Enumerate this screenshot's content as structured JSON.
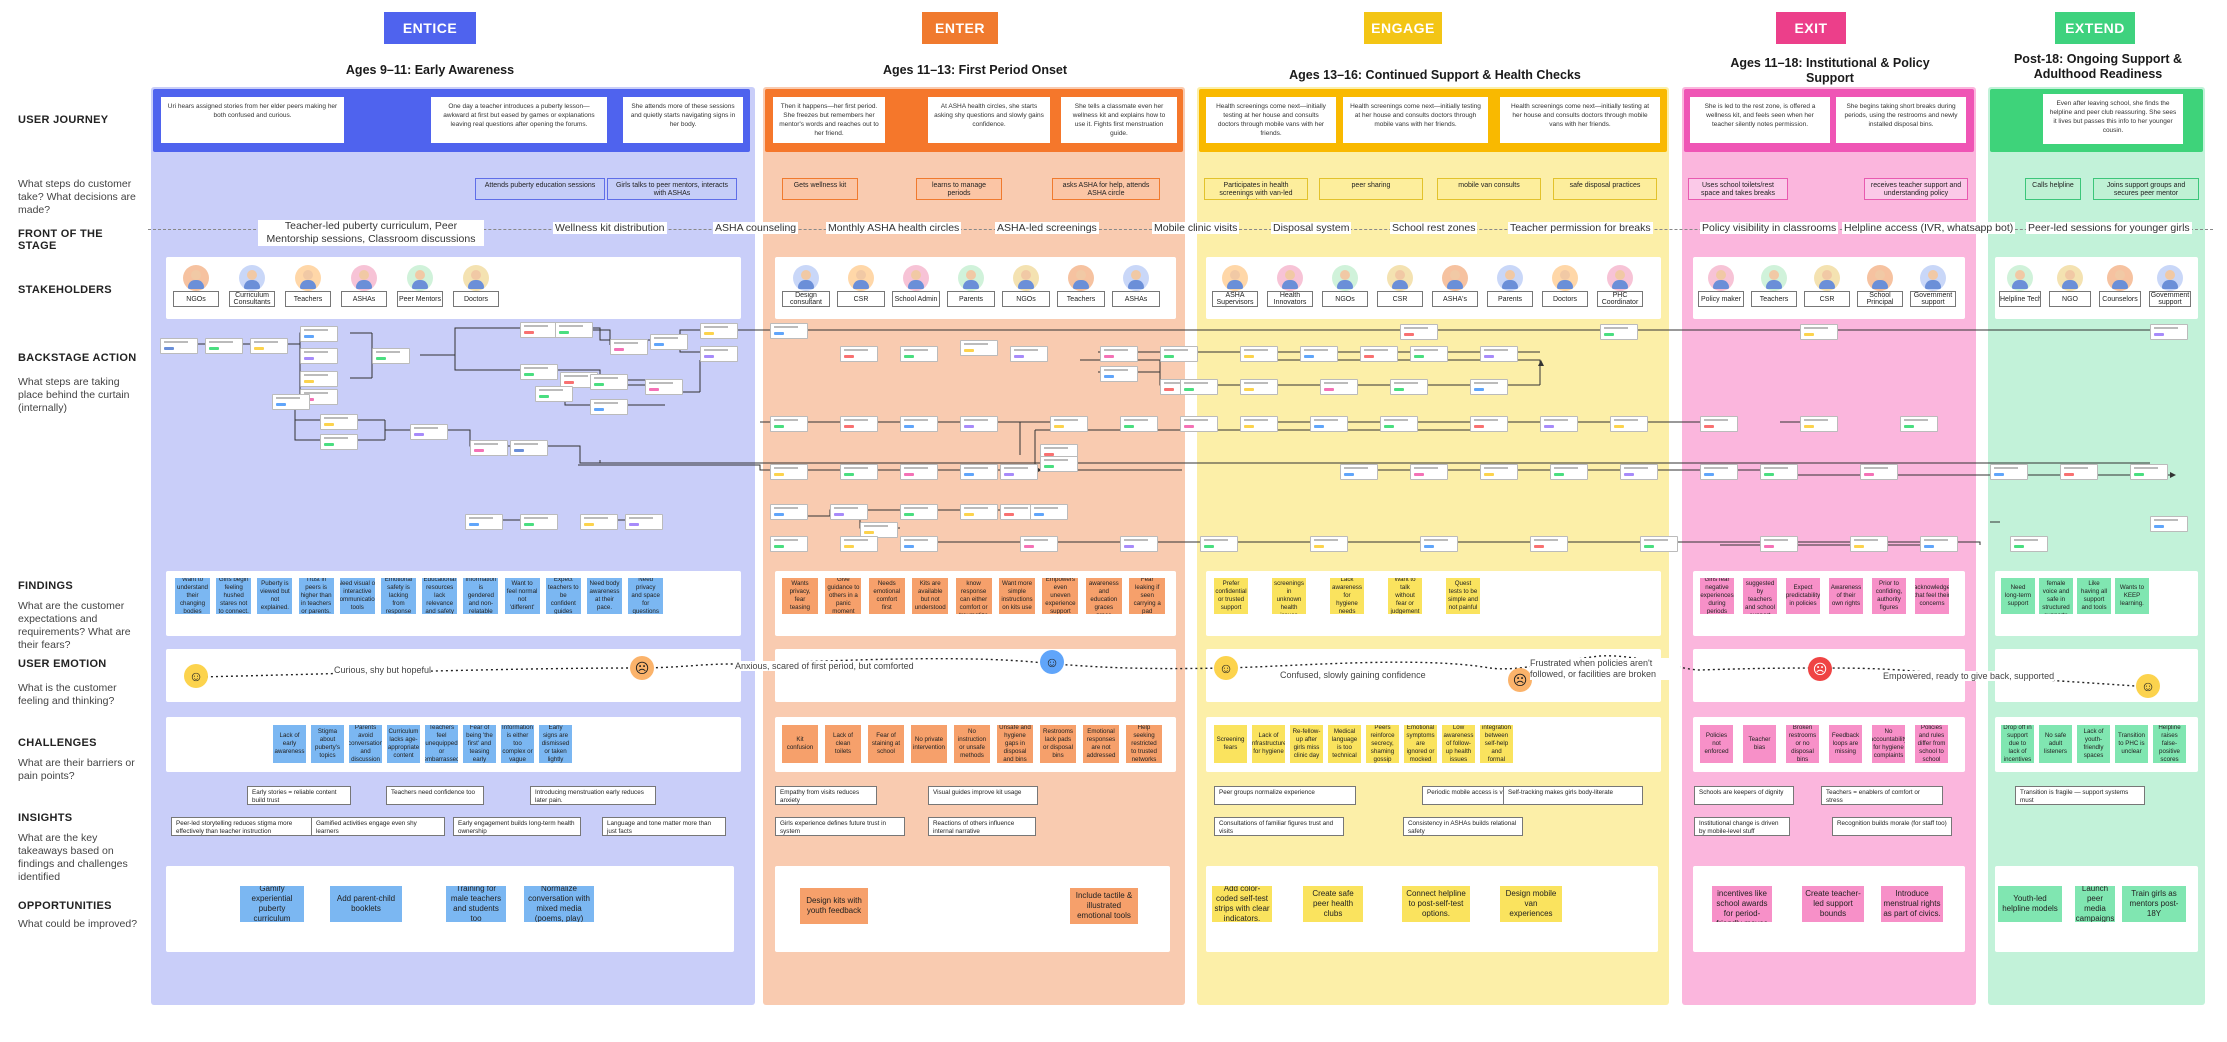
{
  "phases": [
    {
      "label": "ENTICE",
      "color": "#4f63ee",
      "title": "Ages 9–11: Early Awareness",
      "bg": "#c9cef9",
      "band_color": "#4f63ee"
    },
    {
      "label": "ENTER",
      "color": "#f07a2e",
      "title": "Ages 11–13: First Period Onset",
      "bg": "#f9cbb0",
      "band_color": "#f5772b"
    },
    {
      "label": "ENGAGE",
      "color": "#f3c515",
      "title": "Ages 13–16: Continued Support & Health Checks",
      "bg": "#fcefa8",
      "band_color": "#f9b900"
    },
    {
      "label": "EXIT",
      "color": "#ec3f8a",
      "title": "Ages 11–18: Institutional & Policy Support",
      "bg": "#fbb6dd",
      "band_color": "#ef55b5"
    },
    {
      "label": "EXTEND",
      "color": "#3ed27e",
      "title": "Post-18: Ongoing Support & Adulthood Readiness",
      "bg": "#c2f2d9",
      "band_color": "#3ed37a"
    }
  ],
  "rows": {
    "user_journey": {
      "title": "USER JOURNEY"
    },
    "steps": {
      "title": "",
      "sub": "What steps do customer take? What decisions are made?"
    },
    "front": {
      "title": "FRONT OF THE STAGE"
    },
    "stakeholders": {
      "title": "STAKEHOLDERS"
    },
    "backstage": {
      "title": "BACKSTAGE ACTION",
      "sub": "What steps are taking place behind the curtain (internally)"
    },
    "findings": {
      "title": "FINDINGS",
      "sub": "What are the customer expectations and requirements? What are their fears?"
    },
    "emotion": {
      "title": "USER EMOTION",
      "sub": "What is the customer feeling and thinking?"
    },
    "challenges": {
      "title": "CHALLENGES",
      "sub": "What are their barriers or pain points?"
    },
    "insights": {
      "title": "INSIGHTS",
      "sub": "What are the key takeaways based on findings and challenges identified"
    },
    "opportunities": {
      "title": "OPPORTUNITIES",
      "sub": "What could be improved?"
    }
  },
  "journey": [
    "Uri hears assigned stories from her elder peers making her both confused and curious.",
    "One day a teacher introduces a puberty lesson—awkward at first but eased by games or explanations leaving real questions after opening the forums.",
    "She attends more of these sessions and quietly starts navigating signs in her body.",
    "Then it happens—her first period. She freezes but remembers her mentor's words and reaches out to her friend.",
    "At ASHA health circles, she starts asking shy questions and slowly gains confidence.",
    "She tells a classmate even her wellness kit and explains how to use it. Fights first menstruation guide.",
    "Health screenings come next—initially testing at her house and consults doctors through mobile vans with her friends.",
    "Health screenings come next—initially testing at her house and consults doctors through mobile vans with her friends.",
    "Health screenings come next—initially testing at her house and consults doctors through mobile vans with her friends.",
    "She is led to the rest zone, is offered a wellness kit, and feels seen when her teacher silently notes permission.",
    "She begins taking short breaks during periods, using the restrooms and newly installed disposal bins.",
    "Even after leaving school, she finds the helpline and peer club reassuring. She sees it lives but passes this info to her younger cousin."
  ],
  "steps": [
    "Attends puberty education sessions",
    "Girls talks to peer mentors, interacts with ASHAs",
    "Gets wellness kit",
    "learns to manage periods",
    "asks ASHA for help, attends ASHA circle",
    "Participates in health screenings with van-led doctors",
    "peer sharing",
    "mobile van consults",
    "safe disposal practices",
    "Uses school toilets/rest space and takes breaks",
    "receives teacher support and understanding policy",
    "Calls helpline",
    "Joins support groups and secures peer mentor"
  ],
  "front": [
    "Teacher-led puberty curriculum, Peer Mentorship sessions, Classroom discussions",
    "Wellness kit distribution",
    "ASHA counseling",
    "Monthly ASHA health circles",
    "ASHA-led screenings",
    "Mobile clinic visits",
    "Disposal system",
    "School rest zones",
    "Teacher permission for breaks",
    "Policy visibility in classrooms",
    "Helpline access (IVR, whatsapp bot)",
    "Peer-led sessions for younger girls"
  ],
  "stakeholders": [
    [
      "NGOs",
      "Curriculum Consultants",
      "Teachers",
      "ASHAs",
      "Peer Mentors",
      "Doctors"
    ],
    [
      "Design consultant",
      "CSR",
      "School Admin",
      "Parents",
      "NGOs",
      "Teachers",
      "ASHAs"
    ],
    [
      "ASHA Supervisors",
      "Health Innovators",
      "NGOs",
      "CSR",
      "ASHA's",
      "Parents",
      "Doctors",
      "PHC Coordinator"
    ],
    [
      "Policy maker",
      "Teachers",
      "CSR",
      "School Principal",
      "Government support"
    ],
    [
      "Helpline Tech",
      "NGO",
      "Counselors",
      "Government support"
    ]
  ],
  "findings": [
    [
      "Want to understand their changing bodies",
      "Girls begin feeling hushed stares not to connect.",
      "Puberty is viewed but not explained.",
      "Trust in peers is higher than in teachers or parents.",
      "Need visual or interactive communication tools",
      "Emotional safety is lacking from response",
      "Educational resources lack relevance and safety",
      "Information is gendered and non-relatable",
      "Want to feel normal not 'different'",
      "Expect teachers to be confident guides",
      "Need body awareness at their pace.",
      "Need privacy and space for questions"
    ],
    [
      "Wants privacy, fear teasing",
      "Give guidance to others in a panic moment",
      "Needs emotional comfort first",
      "Kits are available but not understood",
      "Want to know response can either comfort or traumatize",
      "Want more simple instructions on kits use",
      "Empowers even uneven experience support",
      "Peer awareness and education graces grace",
      "Fear leaking if seen carrying a pad"
    ],
    [
      "Prefer confidential or trusted support",
      "Peer screenings in unknown health issues",
      "Lack awareness for hygiene needs",
      "Want to talk without fear or judgement",
      "Quest tests to be simple and not painful"
    ],
    [
      "Girls fear negative experiences during periods",
      "Rules suggested by teachers and school support",
      "Expect predictability in policies",
      "Awareness of their own rights",
      "Prior to confiding, authority figures",
      "acknowledge that feel their concerns"
    ],
    [
      "Need long-term support",
      "Want the female voice and safe in structured supports",
      "Like having all support and tools",
      "Wants to KEEP learning."
    ]
  ],
  "emotion": [
    {
      "text": "Curious, shy but hopeful"
    },
    {
      "text": "Anxious, scared of first period, but comforted"
    },
    {
      "text": "Confused, slowly gaining confidence"
    },
    {
      "text": "Frustrated when policies aren't followed, or facilities are broken"
    },
    {
      "text": "Empowered, ready to give back, supported"
    }
  ],
  "challenges": [
    [
      "Lack of early awareness",
      "Stigma about puberty's topics",
      "Parents avoid conversation and discussion",
      "Curriculum lacks age-appropriate content",
      "Teachers feel unequipped or embarrassed",
      "Fear of being 'the first' and teasing early",
      "Information is either too complex or vague",
      "Early signs are dismissed or taken lightly"
    ],
    [
      "Kit confusion",
      "Lack of clean toilets",
      "Fear of staining at school",
      "No private intervention",
      "No instruction or unsafe methods",
      "Unsafe and hygiene gaps in disposal and bins",
      "Restrooms lack pads or disposal bins",
      "Emotional responses are not addressed",
      "Help seeking restricted to trusted networks"
    ],
    [
      "Screening fears",
      "Lack of infrastructure for hygiene",
      "Re-fellow-up after girls miss clinic day",
      "Medical language is too technical",
      "Peers reinforce secrecy, shaming gossip",
      "Emotional symptoms are ignored or mocked",
      "Low awareness of follow-up health issues",
      "No integration between self-help and formal care"
    ],
    [
      "Policies not enforced",
      "Teacher bias",
      "Broken restrooms or no disposal bins",
      "Feedback loops are missing",
      "No accountability for hygiene complaints",
      "Policies and rules differ from school to school"
    ],
    [
      "Drop off in support due to lack of incentives",
      "No safe adult listeners",
      "Lack of youth-friendly spaces",
      "Transition to PHC is unclear",
      "Helpline raises false-positive scores"
    ]
  ],
  "insights": [
    [
      "Early stories = reliable content build trust",
      "Teachers need confidence too",
      "Introducing menstruation early reduces later pain."
    ],
    [
      "Peer-led storytelling reduces stigma more effectively than teacher instruction",
      "Gamified activities engage even shy learners",
      "Early engagement builds long-term health ownership",
      "Language and tone matter more than just facts"
    ],
    [
      "Empathy from visits reduces anxiety",
      "Visual guides improve kit usage"
    ],
    [
      "Girls experience defines future trust in system",
      "Reactions of others influence internal narrative"
    ],
    [
      "Peer groups normalize experience",
      "Periodic mobile access is vital",
      "Self-tracking makes girls body-literate"
    ],
    [
      "Consultations of familiar figures trust and visits",
      "Consistency in ASHAs builds relational safety"
    ],
    [
      "Schools are keepers of dignity",
      "Teachers = enablers of comfort or stress"
    ],
    [
      "Institutional change is driven by mobile-level stuff",
      "Recognition builds morale (for staff too)"
    ],
    [
      "Transition is fragile — support systems must"
    ]
  ],
  "opportunities": [
    [
      "Gamify experiential puberty curriculum",
      "Add parent-child booklets",
      "Training for male teachers and students too",
      "Normalize conversation with mixed media (poems, play)"
    ],
    [
      "Design kits with youth feedback",
      "Include tactile & illustrated emotional tools"
    ],
    [
      "Add color-coded self-test strips with clear indicators.",
      "Create safe peer health clubs",
      "Connect helpline to post-self-test options.",
      "Design mobile van experiences"
    ],
    [
      "Launch incentives like school awards for period-friendly moves",
      "Create teacher-led support bounds",
      "Introduce menstrual rights as part of civics."
    ],
    [
      "Youth-led helpline models",
      "Launch peer media campaigns",
      "Train girls as mentors post-18Y"
    ]
  ]
}
